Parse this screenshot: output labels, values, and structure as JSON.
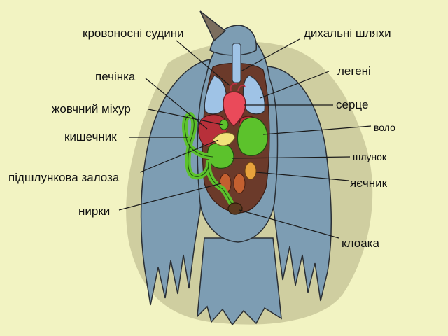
{
  "colors": {
    "background": "#f2f3c2",
    "blob": "#c9c79a",
    "body": "#7d9db3",
    "cavity": "#6b3a2a",
    "lungs": "#9fc3e6",
    "heart": "#ea4a5a",
    "liver": "#b8303a",
    "intestine": "#5cc22c",
    "pancreas": "#f2e27a",
    "ovary": "#e8a23c",
    "kidney": "#c46030"
  },
  "labels": {
    "blood_vessels": "кровоносні судини",
    "airways": "дихальні шляхи",
    "liver": "печінка",
    "lungs": "легені",
    "gallbladder": "жовчний міхур",
    "heart": "серце",
    "crop": "воло",
    "intestine": "кишечник",
    "stomach": "шлунок",
    "pancreas": "підшлункова залоза",
    "ovary": "яєчник",
    "kidneys": "нирки",
    "cloaca": "клоака"
  }
}
